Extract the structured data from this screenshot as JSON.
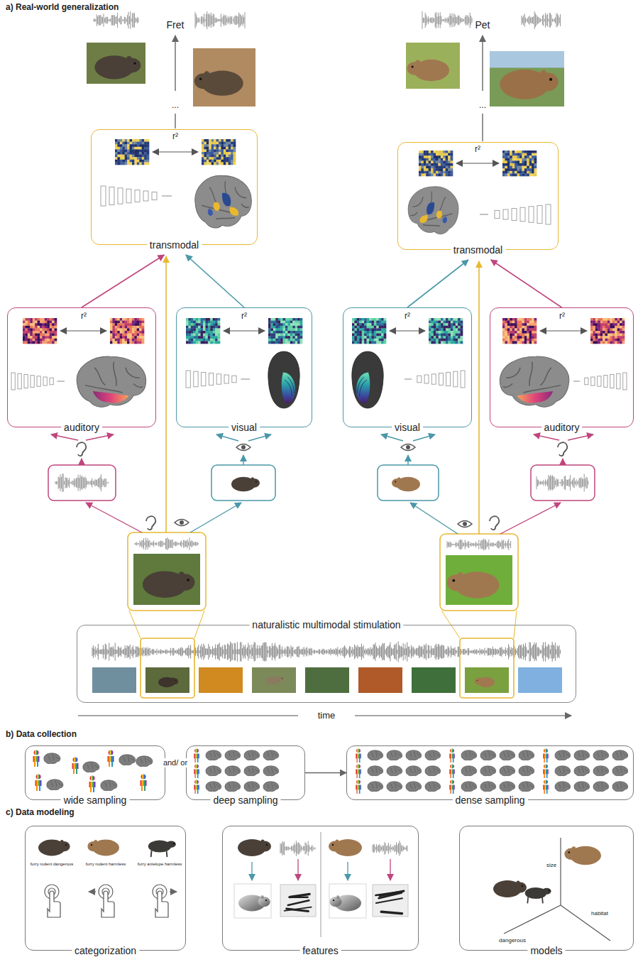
{
  "diagram": {
    "nodes": [
      {
        "text": [
          "transmodal"
        ]
      },
      {
        "text": [
          "transmodal"
        ]
      },
      {
        "text": [
          "auditory"
        ]
      },
      {
        "text": [
          "visual"
        ]
      },
      {
        "text": [
          "visual"
        ]
      },
      {
        "text": [
          "auditory"
        ]
      },
      {
        "text": [
          "naturalistic multimodal stimulation"
        ]
      },
      {
        "text": [
          "wide sampling"
        ]
      },
      {
        "text": [
          "deep sampling"
        ]
      },
      {
        "text": [
          "dense sampling"
        ]
      },
      {
        "text": [
          "categorization"
        ]
      },
      {
        "text": [
          "features"
        ]
      },
      {
        "text": [
          "models"
        ]
      }
    ],
    "edges": [
      {
        "from": 2,
        "to": 0,
        "arrow": "to"
      },
      {
        "from": 3,
        "to": 0,
        "arrow": "to"
      },
      {
        "from": 4,
        "to": 1,
        "arrow": "to"
      },
      {
        "from": 5,
        "to": 1,
        "arrow": "to"
      },
      {
        "from": 8,
        "to": 9,
        "arrow": "to"
      }
    ],
    "labels": [
      "a) Real-world generalization",
      "Fret",
      "...",
      "Pet",
      "...",
      "r²",
      "r²",
      "r²",
      "r²",
      "r²",
      "r²",
      "time",
      "b) Data collection",
      "and/ or",
      "c) Data modeling",
      "furry rodent dangerous",
      "furry rodent harmless",
      "furry antelope harmless",
      "size",
      "habitat",
      "dangerous"
    ]
  }
}
